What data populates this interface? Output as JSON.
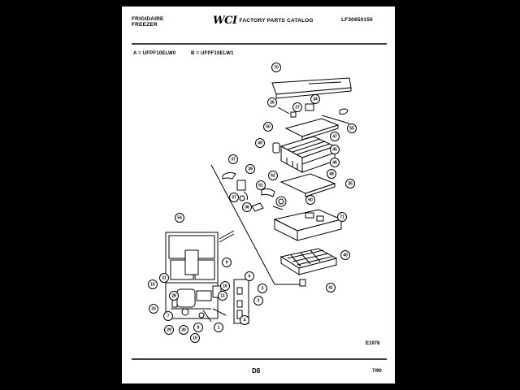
{
  "header": {
    "brand": "FRIGIDAIRE",
    "product": "FREEZER",
    "logo": "WCI",
    "catalog_title": "FACTORY PARTS CATALOG",
    "catalog_number": "LF30650150"
  },
  "models": {
    "a": "A = UFPF10ELW0",
    "b": "B = UFPF10ELW1"
  },
  "callouts": [
    "70",
    "26",
    "27",
    "34",
    "55",
    "50",
    "47",
    "45",
    "49",
    "46",
    "48",
    "37",
    "39",
    "62",
    "35",
    "61",
    "60",
    "37",
    "36",
    "71",
    "54",
    "9",
    "6",
    "31",
    "15",
    "16",
    "3",
    "28",
    "11",
    "2",
    "33",
    "7",
    "29",
    "30",
    "8",
    "10",
    "1",
    "4",
    "40",
    "41"
  ],
  "footer": {
    "figure_code": "E1978",
    "page": "D8",
    "date": "7/90"
  }
}
